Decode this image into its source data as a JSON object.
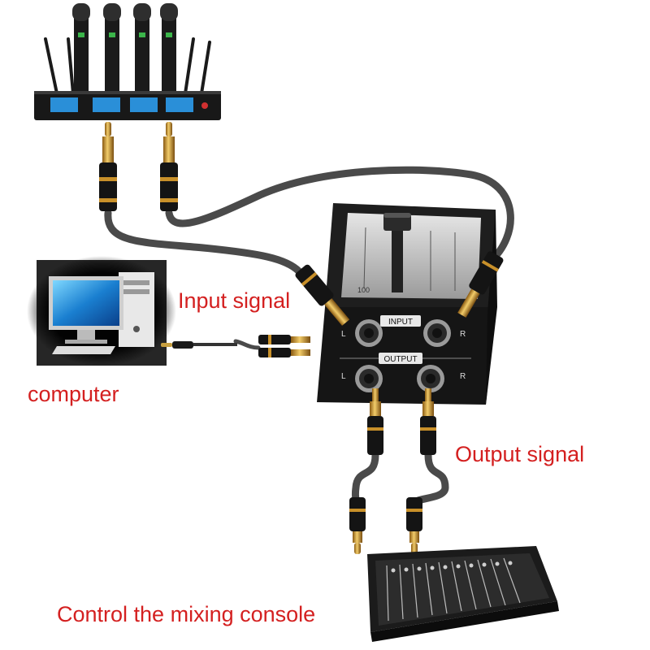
{
  "labels": {
    "input_signal": "Input signal",
    "computer": "computer",
    "output_signal": "Output signal",
    "control_console": "Control the mixing console"
  },
  "box": {
    "input_label": "INPUT",
    "output_label": "OUTPUT",
    "left_mark": "L",
    "right_mark": "R",
    "scale_top": "100"
  },
  "colors": {
    "label_red": "#d42020",
    "cable": "#4a4a4a",
    "gold": "#d6a23a",
    "box": "#1c1c1c"
  }
}
